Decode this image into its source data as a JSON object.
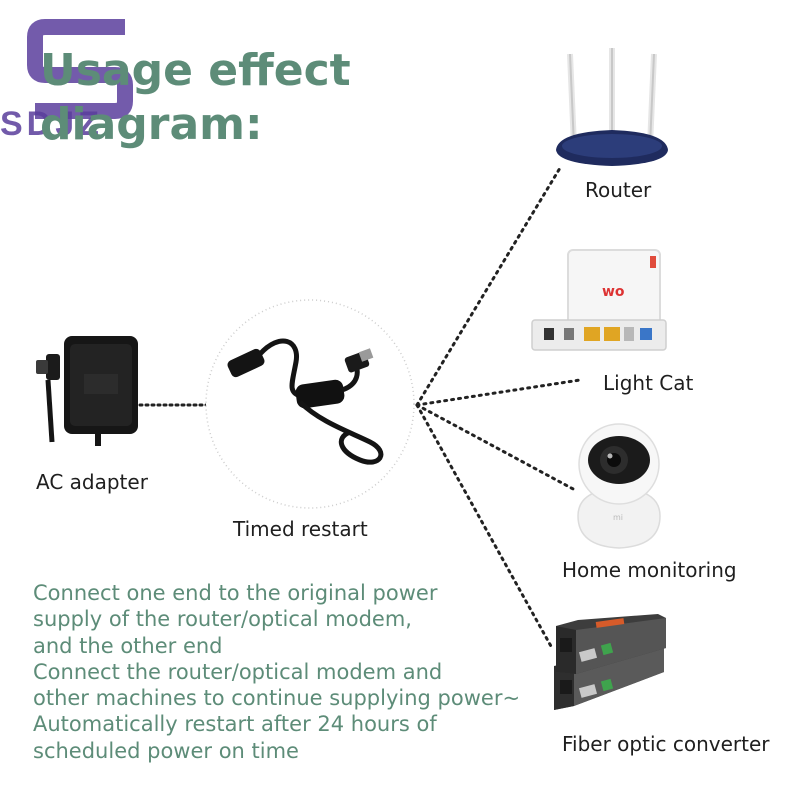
{
  "logo": {
    "text": "SDJZ",
    "color": "#5a3e9c"
  },
  "headline": {
    "line1": "Usage effect",
    "line2": "diagram:",
    "color": "#5d8c78"
  },
  "devices": {
    "ac_adapter": {
      "label": "AC adapter",
      "icon": "ac-adapter-icon"
    },
    "timed_restart": {
      "label": "Timed restart",
      "icon": "usb-cable-icon"
    },
    "router": {
      "label": "Router",
      "icon": "router-icon"
    },
    "light_cat": {
      "label": "Light Cat",
      "icon": "optical-modem-icon"
    },
    "home_monitoring": {
      "label": "Home monitoring",
      "icon": "security-camera-icon"
    },
    "fiber_converter": {
      "label": "Fiber optic converter",
      "icon": "fiber-converter-icon"
    }
  },
  "note": {
    "lines": [
      "Connect one end to the original power",
      "supply of the router/optical modem,",
      "and the other end",
      "Connect the router/optical modem and",
      "other machines to continue supplying power~",
      "Automatically restart after 24 hours of",
      "scheduled power on time"
    ],
    "color": "#5d8c78"
  }
}
